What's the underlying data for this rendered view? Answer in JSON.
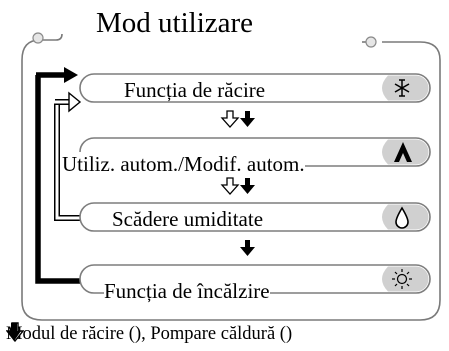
{
  "title": "Mod utilizare",
  "modes": [
    {
      "label": "Funcția de răcire",
      "icon": "snowflake-icon"
    },
    {
      "label": "Utiliz. autom./Modif. autom.",
      "icon": "auto-a-icon"
    },
    {
      "label": "Scădere umiditate",
      "icon": "water-drop-icon"
    },
    {
      "label": "Funcția de încălzire",
      "icon": "sun-icon"
    }
  ],
  "caption": {
    "prefix": "Modul de răcire (",
    "middle": "), Pompare căldură (",
    "suffix": ")"
  }
}
